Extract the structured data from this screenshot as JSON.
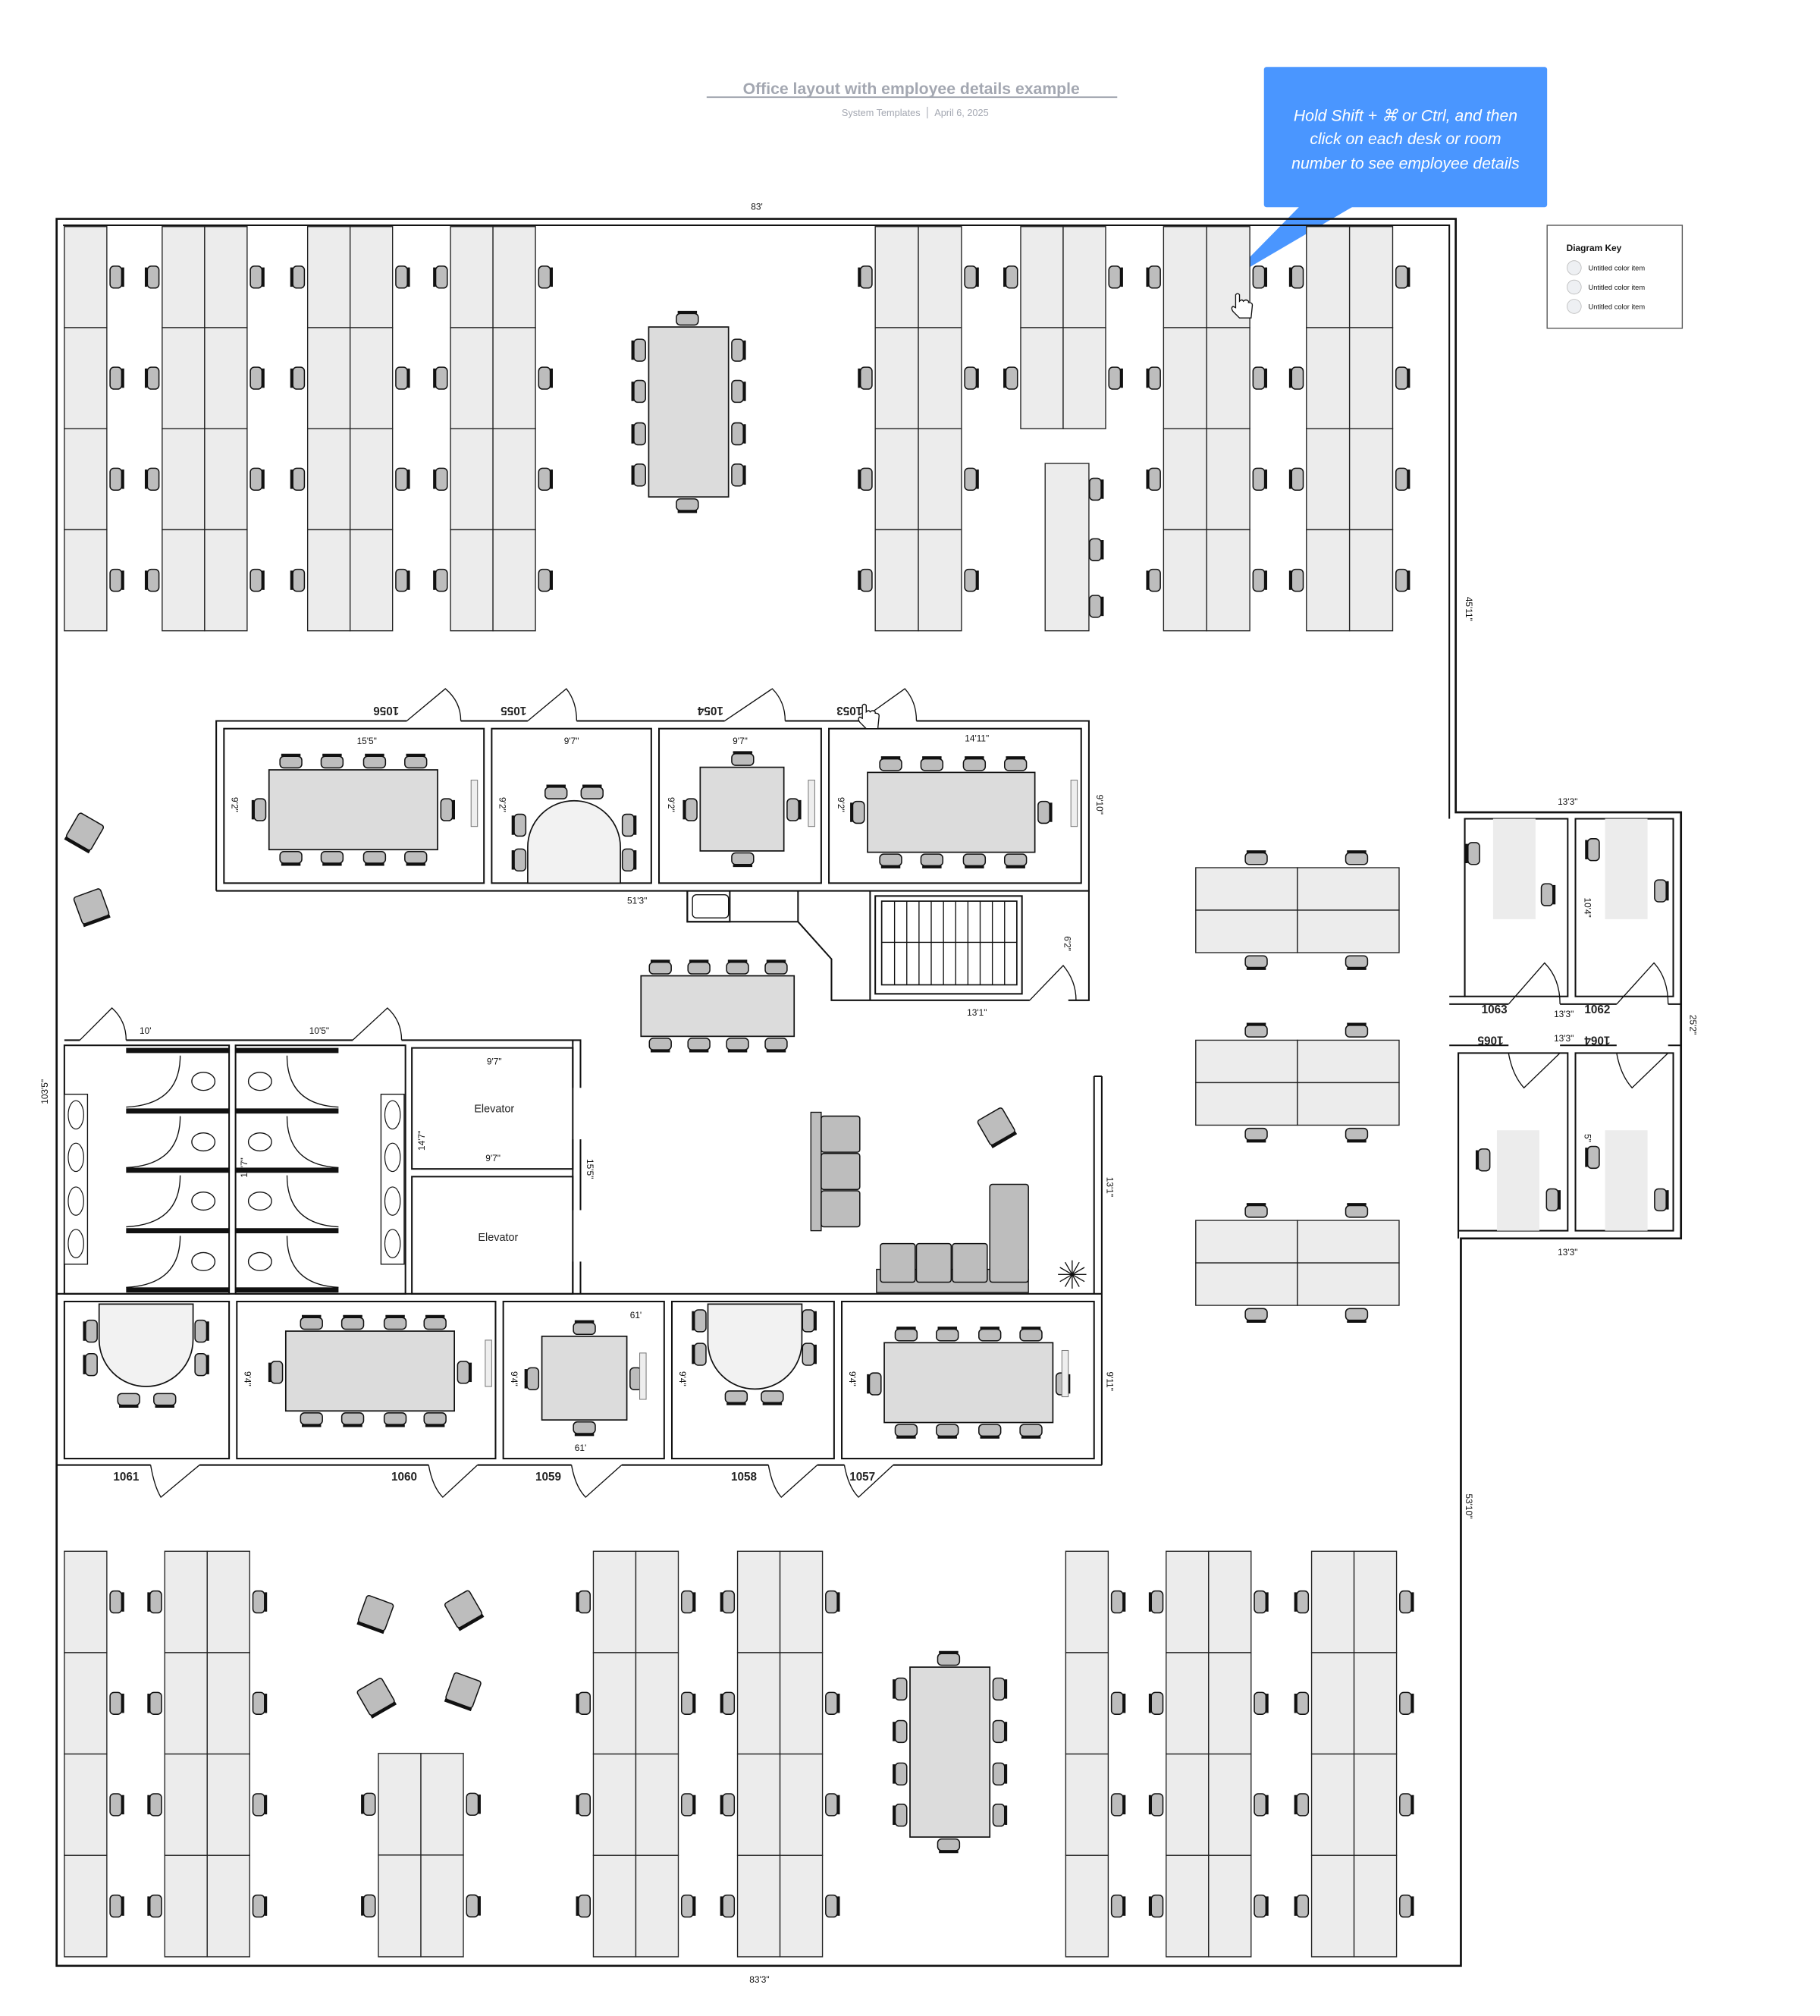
{
  "header": {
    "title": "Office layout with employee details example",
    "author": "System Templates",
    "date": "April 6, 2025"
  },
  "tooltip": {
    "lines": [
      "Hold Shift + ⌘ or Ctrl, and then",
      "click on each desk or room",
      "number to see employee details"
    ],
    "color": "#4a96ff"
  },
  "diagram_key": {
    "title": "Diagram Key",
    "items": [
      {
        "label": "Untitled color item",
        "color": "#eef0f3"
      },
      {
        "label": "Untitled color item",
        "color": "#eef0f3"
      },
      {
        "label": "Untitled color item",
        "color": "#eef0f3"
      }
    ]
  },
  "rooms": {
    "r1053": "1053",
    "r1054": "1054",
    "r1055": "1055",
    "r1056": "1056",
    "r1057": "1057",
    "r1058": "1058",
    "r1059": "1059",
    "r1060": "1060",
    "r1061": "1061",
    "r1062": "1062",
    "r1063": "1063",
    "r1064": "1064",
    "r1065": "1065",
    "elevator_1": "Elevator",
    "elevator_2": "Elevator"
  },
  "dimensions": {
    "top": "83'",
    "bottom": "83'3\"",
    "left": "103'5\"",
    "right_upper": "45'11\"",
    "right_lower": "53'10\"",
    "wing_height": "25'2\"",
    "wing_top": "13'3\"",
    "wing_mid_1": "13'3\"",
    "wing_mid_2": "13'3\"",
    "wing_bottom": "13'3\"",
    "office_1062": "10'4\"",
    "office_1064": "5\"",
    "r1056_w": "15'5\"",
    "r1055_w": "9'7\"",
    "r1054_w": "9'7\"",
    "r1053_w": "14'11\"",
    "r1056_h": "9'2\"",
    "r1055_h": "9'2\"",
    "r1054_h": "9'2\"",
    "r1053_h": "9'2\"",
    "r1053_depth": "9'10\"",
    "corridor": "51'3\"",
    "stairs_h": "6'2\"",
    "stairs_w": "13'1\"",
    "lounge_h": "13'1\"",
    "restroom_1": "10'",
    "restroom_2": "10'5\"",
    "restroom_h": "14'7\"",
    "elevator_w1": "9'7\"",
    "elevator_w2": "9'7\"",
    "elevator_h": "14'7\"",
    "elevator_total": "15'5\"",
    "r1060_h": "9'4\"",
    "r1059_h": "9'4\"",
    "r1058_h": "9'4\"",
    "r1057_h": "9'4\"",
    "r1057_depth": "9'11\"",
    "r1059_top": "61'",
    "r1059_bottom": "61'"
  }
}
